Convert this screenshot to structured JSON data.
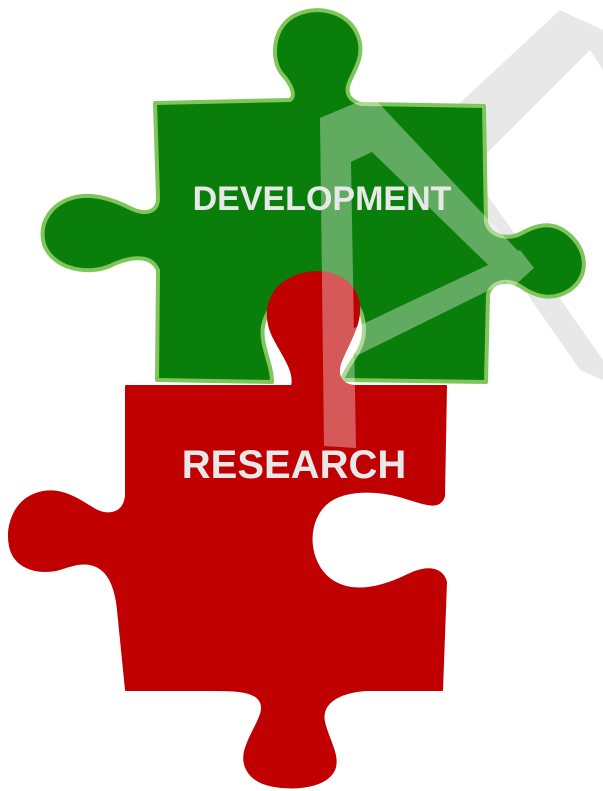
{
  "illustration": {
    "pieces": [
      {
        "id": "development",
        "label": "DEVELOPMENT",
        "fill": "#0a7e0a",
        "stroke": "#7fc65a"
      },
      {
        "id": "research",
        "label": "RESEARCH",
        "fill": "#c00000",
        "stroke": "#c00000"
      }
    ],
    "background": "#ffffff",
    "watermark": {
      "description": "faint grey angular logo watermark",
      "color": "#d9d9d9"
    }
  }
}
